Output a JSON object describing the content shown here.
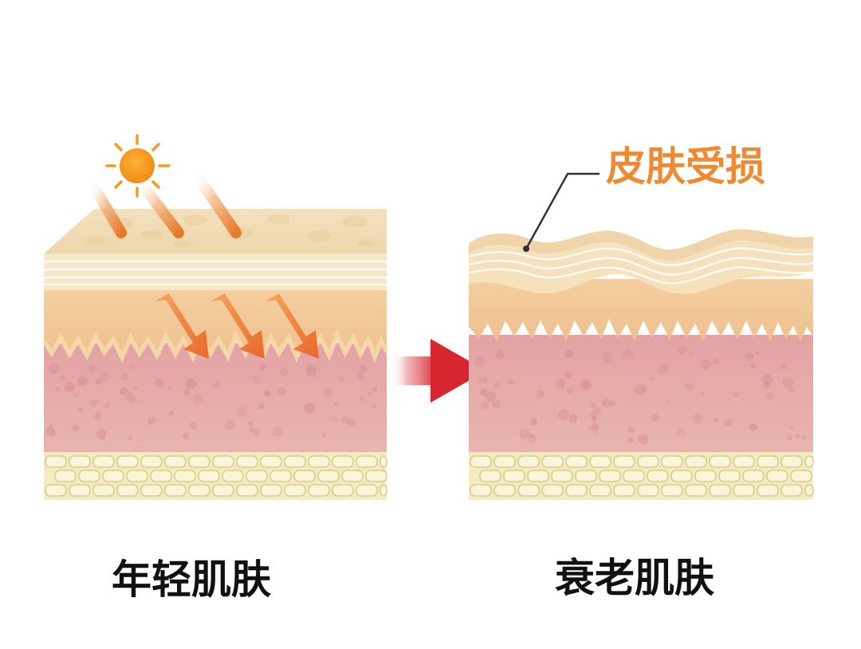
{
  "labels": {
    "young_skin": "年轻肌肤",
    "aged_skin": "衰老肌肤",
    "damage": "皮肤受损"
  },
  "colors": {
    "background": "#ffffff",
    "surface_layer": "#f6e3bf",
    "epidermis_layer": "#f2c99a",
    "dermis_layer": "#e5a9a6",
    "fat_layer": "#f2ecc0",
    "uv_arrow": "#e8792a",
    "sun": "#f59a1e",
    "transition_arrow": "#d7262f",
    "damage_label": "#ef8a33",
    "caption_text": "#111111"
  },
  "icons": [
    "sun-icon",
    "uv-ray-arrows",
    "transition-arrow-icon"
  ]
}
